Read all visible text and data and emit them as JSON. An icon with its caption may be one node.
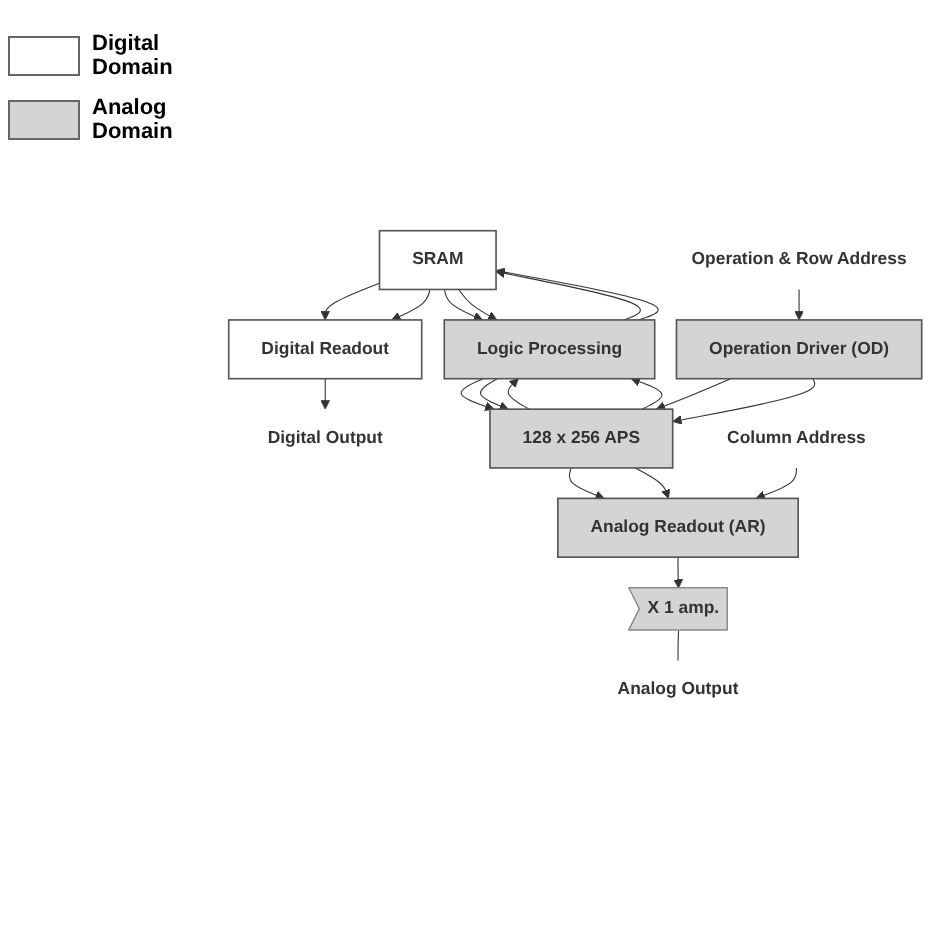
{
  "diagram": {
    "nodes": [
      {
        "text": [
          "Digital Readout"
        ]
      },
      {
        "text": [
          "SRAM"
        ]
      },
      {
        "text": [
          "Logic Processing"
        ]
      },
      {
        "text": [
          "Operation Driver (OD)"
        ]
      },
      {
        "text": [
          "128 x 256 APS"
        ]
      },
      {
        "text": [
          "Analog Readout (AR)"
        ]
      },
      {
        "text": [
          "X 1 amp."
        ]
      },
      {
        "text": [
          "Digital Output"
        ]
      },
      {
        "text": [
          "Operation & Row Address"
        ]
      },
      {
        "text": [
          "Column Address"
        ]
      },
      {
        "text": [
          "Analog Output"
        ]
      }
    ],
    "edges": [
      {
        "from": 0,
        "to": 7,
        "arrow": "to"
      },
      {
        "from": 1,
        "to": 0,
        "arrow": "to"
      },
      {
        "from": 1,
        "to": 0,
        "arrow": "to"
      },
      {
        "from": 1,
        "to": 2,
        "arrow": "to"
      },
      {
        "from": 2,
        "to": 1,
        "arrow": "to"
      },
      {
        "from": 2,
        "to": 1,
        "arrow": "to"
      },
      {
        "from": 1,
        "to": 2,
        "arrow": "to"
      },
      {
        "from": 2,
        "to": 4,
        "arrow": "to"
      },
      {
        "from": 4,
        "to": 2,
        "arrow": "to"
      },
      {
        "from": 4,
        "to": 2,
        "arrow": "to"
      },
      {
        "from": 2,
        "to": 4,
        "arrow": "to"
      },
      {
        "from": 8,
        "to": 3,
        "arrow": "to"
      },
      {
        "from": 3,
        "to": 4,
        "arrow": "to"
      },
      {
        "from": 3,
        "to": 4,
        "arrow": "to"
      },
      {
        "from": 4,
        "to": 5,
        "arrow": "to"
      },
      {
        "from": 4,
        "to": 5,
        "arrow": "to"
      },
      {
        "from": 9,
        "to": 5,
        "arrow": "to"
      },
      {
        "from": 5,
        "to": 6,
        "arrow": "to"
      },
      {
        "from": 6,
        "to": 10,
        "arrow": "none"
      }
    ],
    "legend": [
      {
        "text": "Digital Domain",
        "color": "#ffffff"
      },
      {
        "text": "Analog Domain",
        "color": "#d4d4d4"
      }
    ]
  }
}
